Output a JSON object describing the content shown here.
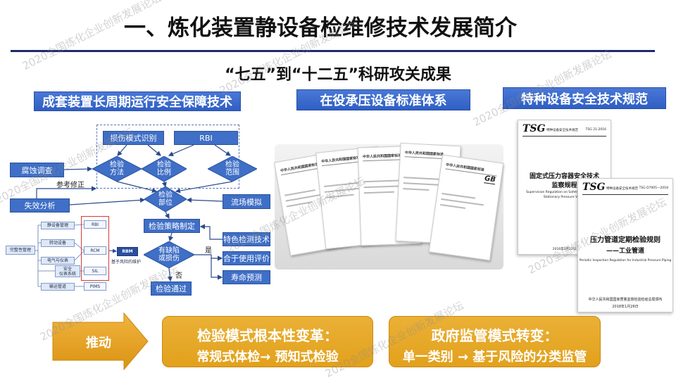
{
  "slide": {
    "title": "一、炼化装置静设备检维修技术发展简介",
    "subtitle": "“七五”到“十二五”科研攻关成果",
    "watermark": "2020全国炼化企业创新发展论坛"
  },
  "sections": [
    {
      "header": "成套装置长周期运行安全保障技术"
    },
    {
      "header": "在役承压设备标准体系"
    },
    {
      "header": "特种设备安全技术规范"
    }
  ],
  "flowchart": {
    "damage_mode": "损伤模式识别",
    "rbi": "RBI",
    "corrosion_survey": "腐蚀调查",
    "reference_correction": "参考修正",
    "failure_analysis": "失效分析",
    "inspection_method": [
      "检验",
      "方法"
    ],
    "inspection_ratio": [
      "检验",
      "比例"
    ],
    "inspection_scope": [
      "检验",
      "范围"
    ],
    "inspection_location": [
      "检验",
      "部位"
    ],
    "flow_simulation": "流场模拟",
    "strategy": "检验策略制定",
    "special_testing": "特色检测技术",
    "defect_check": [
      "有缺陷",
      "或损伤"
    ],
    "yes": "是",
    "no": "否",
    "fitness_for_service": "合于使用评价",
    "life_prediction": "寿命预测",
    "passed": "检验通过"
  },
  "integrity_diagram": {
    "root": "完整性管理",
    "branches": [
      "静设备管理",
      "转动设备",
      "电气与仪表",
      "输运管道"
    ],
    "safety_system": [
      "安全",
      "仪表系统"
    ],
    "methods": [
      "RBI",
      "RCM",
      "SIL",
      "PIMS"
    ],
    "outcome": "RBM",
    "outcome_caption": "基于风险的维护"
  },
  "standards_stack": {
    "cover_heading": "中华人民共和国国家标准",
    "mark": "GB"
  },
  "tsg_documents": [
    {
      "logo": "TSG",
      "series": "特种设备安全技术规范",
      "code": "TSG 21-2016",
      "title": [
        "固定式压力容器安全技术",
        "监察规程"
      ],
      "english": [
        "Supervision Regulation on Safety Technology for",
        "Stationary Pressure Vessel"
      ],
      "date": "2016年2月22日"
    },
    {
      "logo": "TSG",
      "series": "特种设备安全技术规范",
      "code": "TSG D7005—2018",
      "title": [
        "压力管道定期检验规则",
        "——工业管道"
      ],
      "english": [
        "Periodic Inspection Regulation for Industrial Pressure Piping"
      ],
      "issuer": "中华人民共和国国家质量监督检验检疫总局颁布",
      "date": "2018年1月26日"
    }
  ],
  "bottom": {
    "push_label": "推动",
    "changes": [
      {
        "heading": "检验模式根本性变革：",
        "detail": "常规式体检→ 预知式检验"
      },
      {
        "heading": "政府监管模式转变：",
        "detail": "单一类别 → 基于风险的分类监管"
      }
    ]
  },
  "colors": {
    "rule_navy": "#1f2a6b",
    "header_blue": "#2f5fc4",
    "node_blue": "#3f6fc6",
    "accent_orange": "#e2a11c",
    "highlight_red": "#d33a3a"
  }
}
